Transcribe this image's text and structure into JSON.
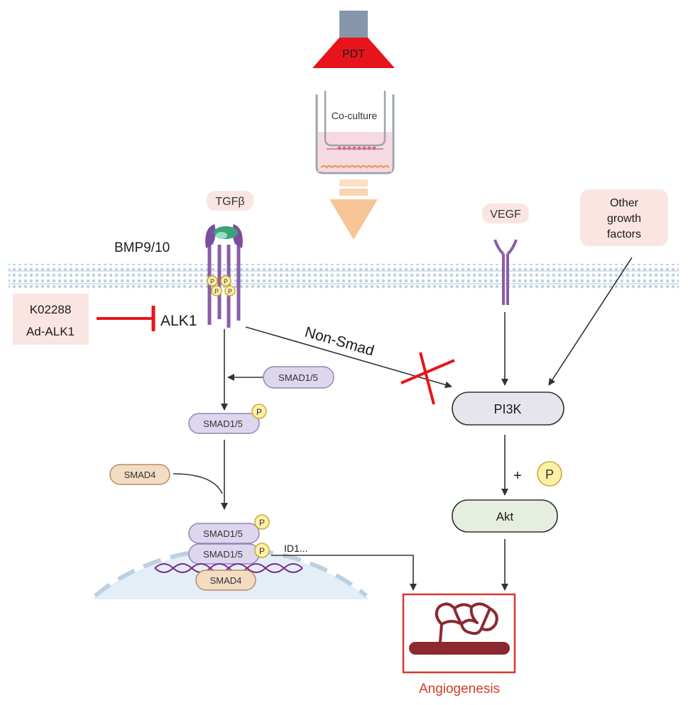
{
  "pdt": {
    "label": "PDT"
  },
  "coculture": {
    "label": "Co-culture"
  },
  "ligands": {
    "tgfb": "TGFβ",
    "bmp": "BMP9/10",
    "vegf": "VEGF",
    "other_line1": "Other",
    "other_line2": "growth",
    "other_line3": "factors"
  },
  "inhibitors": {
    "line1": "K02288",
    "line2": "Ad-ALK1"
  },
  "receptor": {
    "alk1": "ALK1"
  },
  "pathway": {
    "non_smad": "Non-Smad",
    "smad15": "SMAD1/5",
    "smad4": "SMAD4",
    "phospho": "P",
    "pi3k": "PI3K",
    "akt": "Akt",
    "plus": "+",
    "id1": "ID1..."
  },
  "outcome": {
    "angiogenesis": "Angiogenesis"
  },
  "colors": {
    "red": "#e8141c",
    "outcome_red": "#d63a2c",
    "smad_fill": "#ddd6ee",
    "smad_stroke": "#8f86b6",
    "smad4_fill": "#f2dcc2",
    "smad4_stroke": "#b98a60",
    "phospho_fill": "#fff0a8",
    "phospho_stroke": "#c9a93c",
    "pi3k_fill": "#e6e5ee",
    "akt_fill": "#e6efdf",
    "box_fill": "#fae5e3",
    "membrane": "#bcd0e2",
    "receptor": "#8a5da8",
    "nucleus": "#e4eef7",
    "arrow_orange": "#f8c596",
    "dna": "#7a2a8a"
  }
}
